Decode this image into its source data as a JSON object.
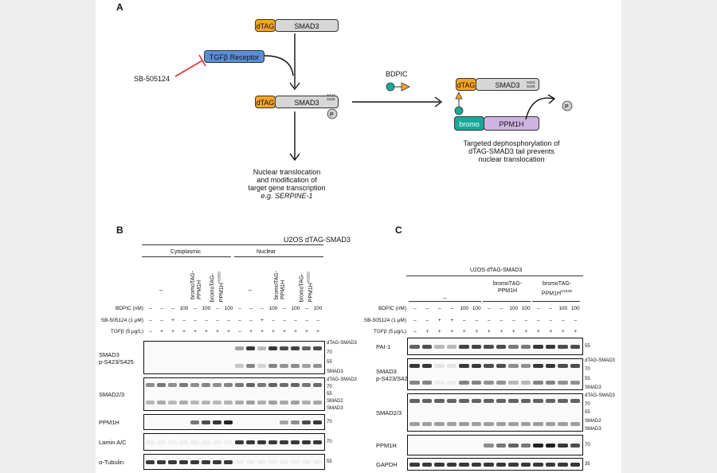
{
  "panelA": {
    "letter": "A",
    "dtag": "dTAG",
    "smad3": "SMAD3",
    "tgfb_receptor": "TGFβ Receptor",
    "inhibitor": "SB-505124",
    "phospho": "P",
    "site_top": "S423",
    "site_bottom": "S425",
    "bdpic": "BDPIC",
    "bromo": "bromo",
    "ppm1h": "PPM1H",
    "left_caption_1": "Nuclear translocation",
    "left_caption_2": "and modification of",
    "left_caption_3": "target gene transcription",
    "left_caption_4": "e.g. SERPINE-1",
    "right_caption_1": "Targeted dephosphorylation of",
    "right_caption_2": "dTAG-SMAD3 tail prevents",
    "right_caption_3": "nuclear translocation",
    "colors": {
      "dtag": "#f5a623",
      "smad3": "#d6d6d6",
      "receptor": "#5b8ed6",
      "bromo": "#1aa89a",
      "ppm1h": "#cdb4e0",
      "inhibit": "#e0303a"
    }
  },
  "panelB": {
    "letter": "B",
    "cell_line": "U2OS dTAG-SMAD3",
    "fractions": [
      "Cytoplasmic",
      "Nuclear"
    ],
    "group_labels": [
      "–",
      "bromoTAG-PPM1H",
      "bromoTAG-PPM1H",
      "–",
      "bromoTAG-PPM1H",
      "bromoTAG-PPM1H"
    ],
    "group_labels_sup": [
      "",
      "",
      "H153D",
      "",
      "",
      "H153D"
    ],
    "cond_labels": [
      "BDPIC (nM)",
      "SB-505124 (1 μM)",
      "TGFβ (5 μg/L)"
    ],
    "bdpic": [
      "–",
      "–",
      "–",
      "100",
      "–",
      "100",
      "–",
      "100",
      "–",
      "–",
      "–",
      "100",
      "–",
      "100",
      "–",
      "100"
    ],
    "sb": [
      "–",
      "–",
      "+",
      "–",
      "–",
      "–",
      "–",
      "–",
      "–",
      "–",
      "+",
      "–",
      "–",
      "–",
      "–",
      "–"
    ],
    "tgfb": [
      "–",
      "+",
      "+",
      "+",
      "+",
      "+",
      "+",
      "+",
      "–",
      "+",
      "+",
      "+",
      "+",
      "+",
      "+",
      "+"
    ],
    "blots": [
      "SMAD3 p-S423/S425",
      "SMAD2/3",
      "PPM1H",
      "Lamin A/C",
      "α-Tubulin"
    ],
    "mw": {
      "b0": [
        "dTAG-SMAD3",
        "70",
        "55",
        "SMAD3"
      ],
      "b1": [
        "dTAG-SMAD3",
        "70",
        "55",
        "SMAD2",
        "SMAD3"
      ],
      "b2": [
        "70"
      ],
      "b3": [
        "70"
      ],
      "b4": [
        "55"
      ]
    }
  },
  "panelC": {
    "letter": "C",
    "cell_line": "U2OS dTAG-SMAD3",
    "group_labels": [
      "–",
      "bromoTAG-PPM1H",
      "bromoTAG-PPM1H"
    ],
    "group_labels_sup": [
      "",
      "",
      "H153D"
    ],
    "cond_labels": [
      "BDPIC (nM)",
      "SB-505124 (1 μM)",
      "TGFβ (5 μg/L)"
    ],
    "bdpic": [
      "–",
      "–",
      "–",
      "–",
      "100",
      "100",
      "–",
      "–",
      "100",
      "100",
      "–",
      "–",
      "100",
      "100"
    ],
    "sb": [
      "–",
      "–",
      "+",
      "+",
      "–",
      "–",
      "–",
      "–",
      "–",
      "–",
      "–",
      "–",
      "–",
      "–"
    ],
    "tgfb": [
      "–",
      "+",
      "+",
      "+",
      "+",
      "+",
      "+",
      "+",
      "+",
      "+",
      "+",
      "+",
      "+",
      "+"
    ],
    "blots": [
      "PAI-1",
      "SMAD3 p-S423/S425",
      "SMAD2/3",
      "PPM1H",
      "GAPDH"
    ],
    "mw": {
      "c0": [
        "55"
      ],
      "c1": [
        "dTAG-SMAD3",
        "70",
        "55",
        "SMAD3"
      ],
      "c2": [
        "dTAG-SMAD3",
        "70",
        "55",
        "SMAD2",
        "SMAD3"
      ],
      "c3": [
        "70"
      ],
      "c4": [
        "35"
      ]
    }
  }
}
